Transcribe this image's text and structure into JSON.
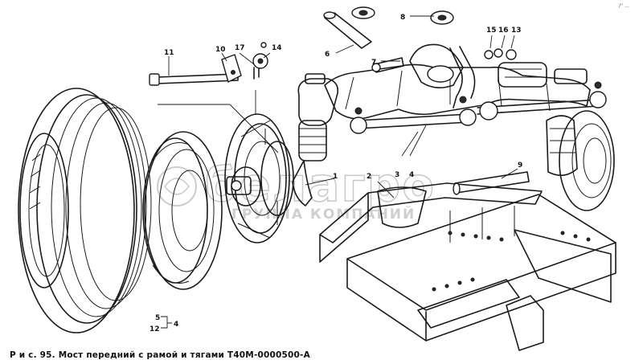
{
  "caption": "Р и с. 95. Мост передний с рамой и тягами Т40М-0000500-А",
  "corner_mark": "/'' ...",
  "watermark": {
    "logo": "белагро",
    "subtitle": "ГРУППА КОМПАНИЙ"
  },
  "callouts": {
    "c1": "1",
    "c2": "2",
    "c3": "3",
    "c4": "4",
    "c4b": "4",
    "c5": "5",
    "c6": "6",
    "c7": "7",
    "c8": "8",
    "c9": "9",
    "c10": "10",
    "c11": "11",
    "c12": "12",
    "c13": "13",
    "c14": "14",
    "c15": "15",
    "c16": "16",
    "c17": "17"
  }
}
